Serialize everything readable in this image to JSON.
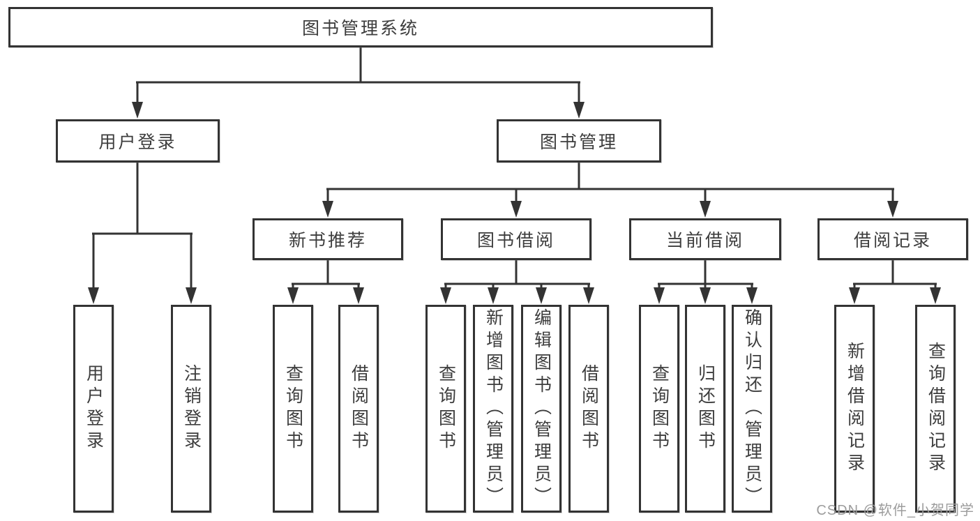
{
  "colors": {
    "line": "#333333",
    "box_border": "#333333",
    "text": "#3d3d3d",
    "watermark": "#9c9c9c",
    "background": "#ffffff"
  },
  "watermark": "CSDN @软件_小贺同学",
  "nodes": {
    "root": "图书管理系统",
    "user_login": "用户登录",
    "book_mgmt": "图书管理",
    "new_book": "新书推荐",
    "book_borrow": "图书借阅",
    "current_borrow": "当前借阅",
    "borrow_record": "借阅记录",
    "leaf_user_login": "用户登录",
    "leaf_logout": "注销登录",
    "leaf_nb_query": "查询图书",
    "leaf_nb_borrow": "借阅图书",
    "leaf_bb_query": "查询图书",
    "leaf_bb_add": "新增图书（管理员）",
    "leaf_bb_edit": "编辑图书（管理员）",
    "leaf_bb_borrow": "借阅图书",
    "leaf_cb_query": "查询图书",
    "leaf_cb_return": "归还图书",
    "leaf_cb_confirm": "确认归还（管理员）",
    "leaf_br_add": "新增借阅记录",
    "leaf_br_query": "查询借阅记录"
  },
  "hierarchy": {
    "图书管理系统": {
      "用户登录": [
        "用户登录",
        "注销登录"
      ],
      "图书管理": {
        "新书推荐": [
          "查询图书",
          "借阅图书"
        ],
        "图书借阅": [
          "查询图书",
          "新增图书（管理员）",
          "编辑图书（管理员）",
          "借阅图书"
        ],
        "当前借阅": [
          "查询图书",
          "归还图书",
          "确认归还（管理员）"
        ],
        "借阅记录": [
          "新增借阅记录",
          "查询借阅记录"
        ]
      }
    }
  }
}
